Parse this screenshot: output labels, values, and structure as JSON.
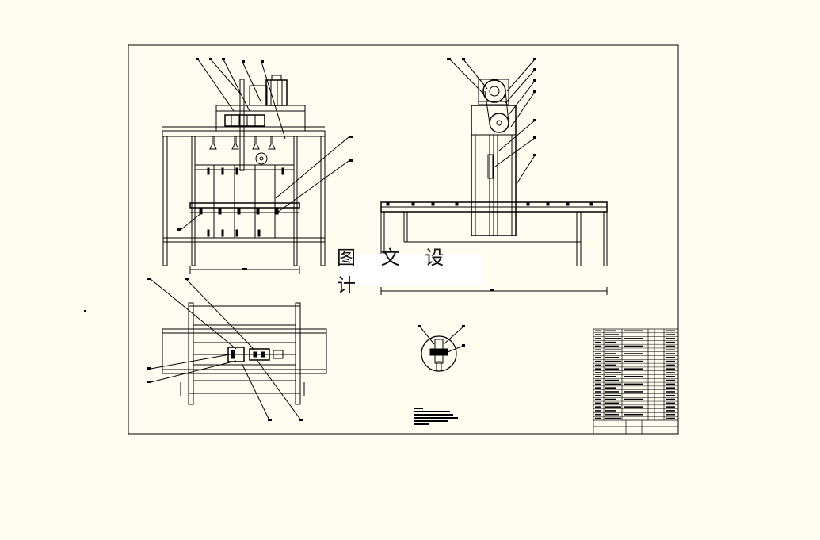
{
  "watermark": {
    "text": "图 文 设 计"
  },
  "colors": {
    "background": "#fffdf0",
    "line": "#000000",
    "paper": "#fffdf0"
  },
  "views": [
    "front-view",
    "side-view",
    "top-view",
    "detail-view",
    "notes",
    "title-block"
  ]
}
